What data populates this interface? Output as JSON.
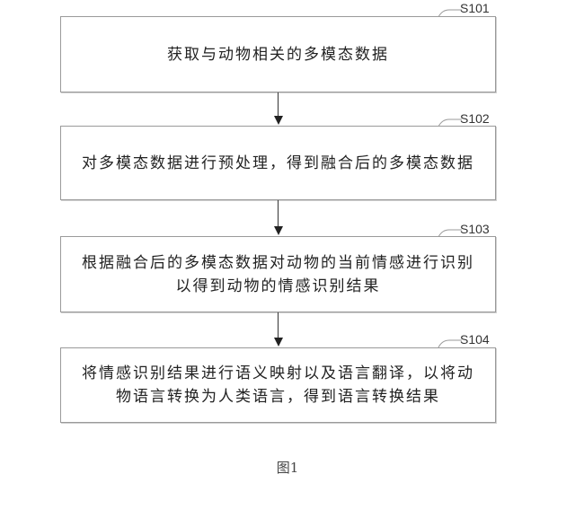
{
  "steps": [
    {
      "id": "S101",
      "lines": [
        "获取与动物相关的多模态数据"
      ]
    },
    {
      "id": "S102",
      "lines": [
        "对多模态数据进行预处理，得到融合后的多模态数据"
      ]
    },
    {
      "id": "S103",
      "lines": [
        "根据融合后的多模态数据对动物的当前情感进行识别",
        "以得到动物的情感识别结果"
      ]
    },
    {
      "id": "S104",
      "lines": [
        "将情感识别结果进行语义映射以及语言翻译，以将动",
        "物语言转换为人类语言，得到语言转换结果"
      ]
    }
  ],
  "caption": "图1"
}
